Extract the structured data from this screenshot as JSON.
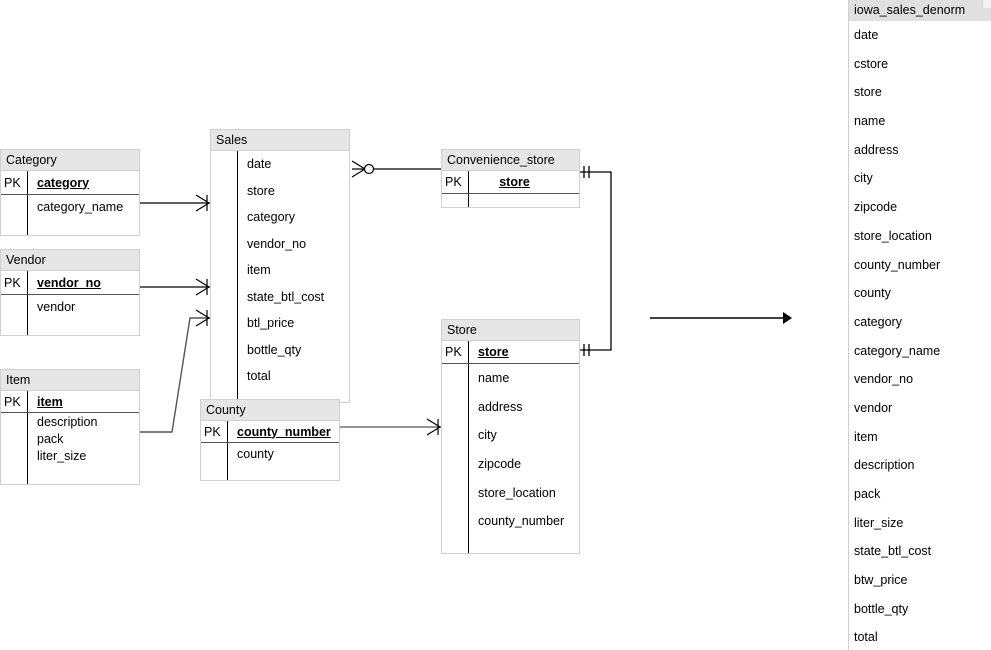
{
  "diagram": {
    "type": "entity-relationship-diagram",
    "entities": [
      {
        "id": "category",
        "title": "Category",
        "pk_label": "PK",
        "pk_field": "category",
        "attributes": [
          "category_name"
        ]
      },
      {
        "id": "vendor",
        "title": "Vendor",
        "pk_label": "PK",
        "pk_field": "vendor_no",
        "attributes": [
          "vendor"
        ]
      },
      {
        "id": "item",
        "title": "Item",
        "pk_label": "PK",
        "pk_field": "item",
        "attributes": [
          "description",
          "pack",
          "liter_size"
        ]
      },
      {
        "id": "sales",
        "title": "Sales",
        "pk_label": "",
        "pk_field": "",
        "attributes": [
          "date",
          "store",
          "category",
          "vendor_no",
          "item",
          "state_btl_cost",
          "btl_price",
          "bottle_qty",
          "total"
        ]
      },
      {
        "id": "county",
        "title": "County",
        "pk_label": "PK",
        "pk_field": "county_number",
        "attributes": [
          "county"
        ]
      },
      {
        "id": "convenience_store",
        "title": "Convenience_store",
        "pk_label": "PK",
        "pk_field": "store",
        "attributes": [
          ""
        ]
      },
      {
        "id": "store",
        "title": "Store",
        "pk_label": "PK",
        "pk_field": "store",
        "attributes": [
          "name",
          "address",
          "city",
          "zipcode",
          "store_location",
          "county_number"
        ]
      }
    ],
    "relationships": [
      {
        "from": "category",
        "to": "sales",
        "to_marker": "crows-foot"
      },
      {
        "from": "vendor",
        "to": "sales",
        "to_marker": "crows-foot"
      },
      {
        "from": "item",
        "to": "sales",
        "to_marker": "crows-foot"
      },
      {
        "from": "sales",
        "to": "convenience_store",
        "from_marker": "crows-foot-zero"
      },
      {
        "from": "county",
        "to": "store",
        "to_marker": "crows-foot"
      },
      {
        "from": "convenience_store",
        "to": "store",
        "from_marker": "one-one",
        "to_marker": "one-one"
      }
    ],
    "flow_arrow": {
      "direction": "right",
      "target": "iowa_sales_denorm"
    }
  },
  "denorm_panel": {
    "title": "iowa_sales_denorm",
    "columns": [
      "date",
      "cstore",
      "store",
      "name",
      "address",
      "city",
      "zipcode",
      "store_location",
      "county_number",
      "county",
      "category",
      "category_name",
      "vendor_no",
      "vendor",
      "item",
      "description",
      "pack",
      "liter_size",
      "state_btl_cost",
      "btw_price",
      "bottle_qty",
      "total"
    ]
  },
  "colors": {
    "entity_header": "#e6e6e6",
    "panel_header": "#e0e0e0",
    "border": "#d0d0d0",
    "line": "#000000",
    "background": "#ffffff"
  }
}
